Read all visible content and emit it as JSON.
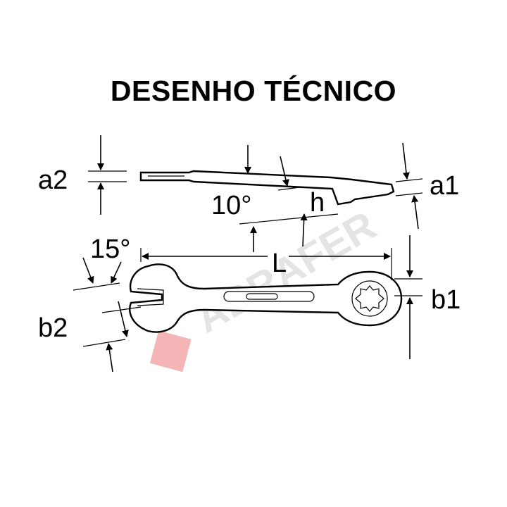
{
  "title": "DESENHO TÉCNICO",
  "watermark": "ABRAFER",
  "labels": {
    "a2": "a2",
    "a1": "a1",
    "angle_head": "10°",
    "h": "h",
    "angle_open": "15°",
    "L": "L",
    "b1": "b1",
    "b2": "b2"
  },
  "colors": {
    "ink": "#000000",
    "watermark_gray": "#e4e4e4",
    "watermark_red": "#f3b5b5"
  }
}
